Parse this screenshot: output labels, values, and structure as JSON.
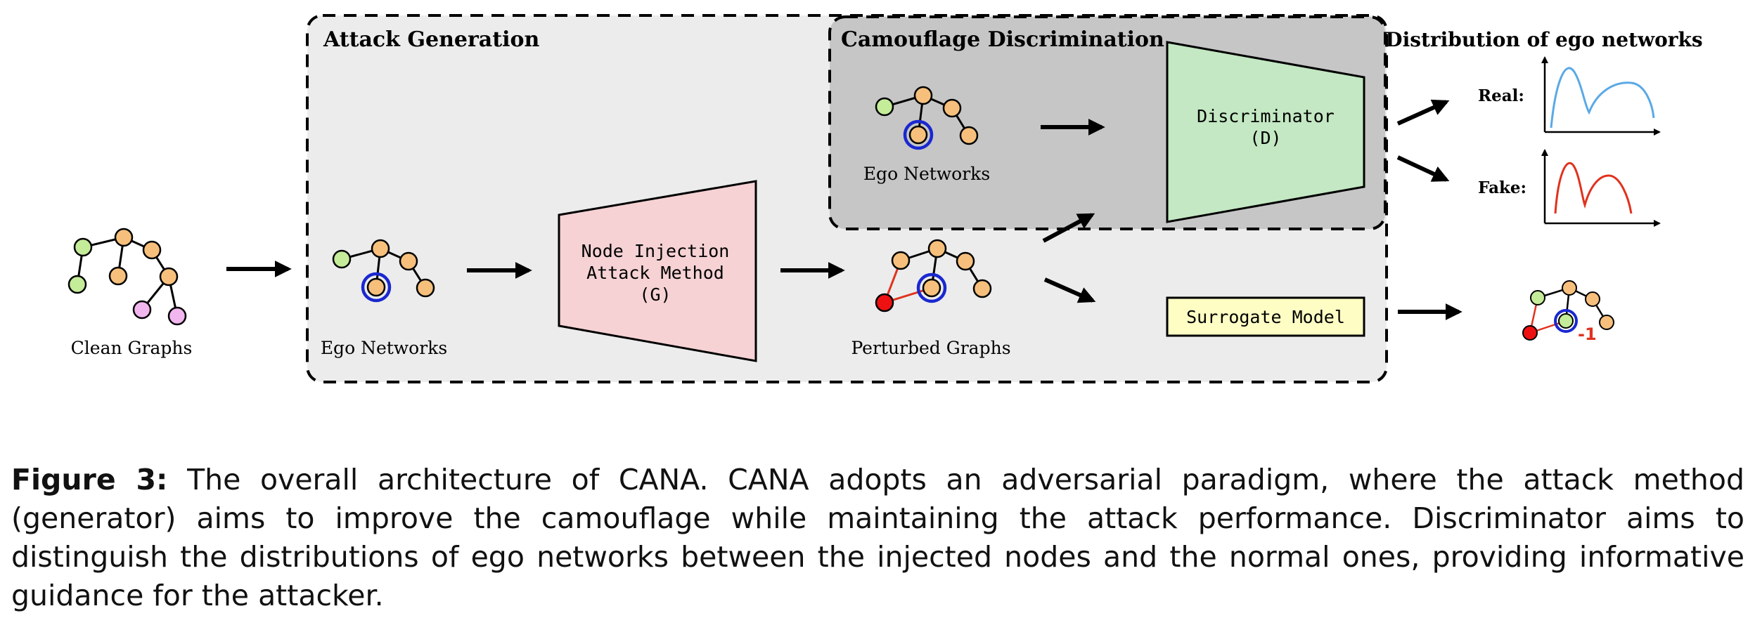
{
  "attack_generation": {
    "title": "Attack Generation"
  },
  "camouflage_discrimination": {
    "title": "Camouflage Discrimination"
  },
  "distribution": {
    "title": "Distribution of ego networks",
    "real_label": "Real:",
    "fake_label": "Fake:",
    "real_color": "#5aa9e6",
    "fake_color": "#e0321e"
  },
  "labels": {
    "clean_graphs": "Clean Graphs",
    "ego_networks": "Ego Networks",
    "ego_networks_top": "Ego Networks",
    "perturbed_graphs": "Perturbed Graphs"
  },
  "generator": {
    "line1": "Node Injection",
    "line2": "Attack Method",
    "line3": "(G)"
  },
  "discriminator": {
    "line1": "Discriminator",
    "line2": "(D)"
  },
  "surrogate": {
    "label": "Surrogate Model"
  },
  "output": {
    "score": "-1"
  },
  "colors": {
    "node_orange": "#f6c07c",
    "node_green": "#c4ec99",
    "node_pink": "#f2b6ef",
    "node_red": "#ee1111",
    "target_ring": "#1a28d0",
    "generator_fill": "#f6d2d4",
    "discriminator_fill": "#c3e8c3",
    "surrogate_fill": "#fdfdc4",
    "outer_panel": "#ececec",
    "inner_panel": "#c6c6c6"
  },
  "caption": {
    "label": "Figure 3:",
    "text": "The overall architecture of CANA. CANA adopts an adversarial paradigm, where the attack method (generator) aims to improve the camouflage while maintaining the attack performance. Discriminator aims to distinguish the distributions of ego networks between the injected nodes and the normal ones, providing informative guidance for the attacker."
  }
}
